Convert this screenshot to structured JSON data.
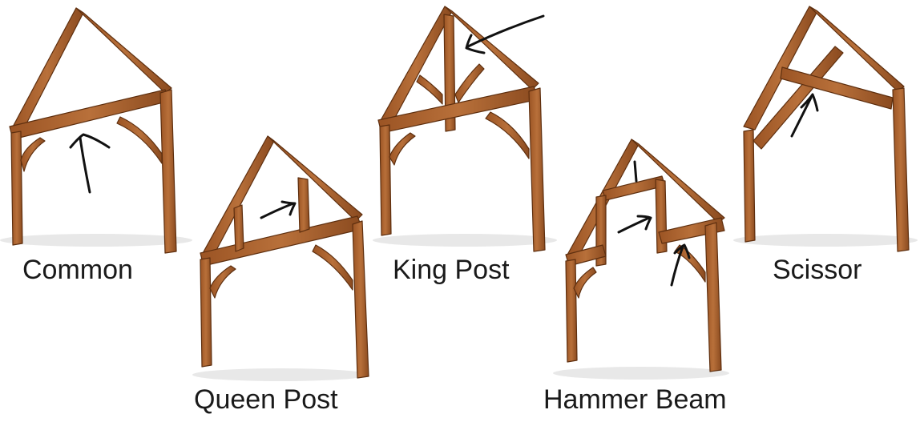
{
  "trusses": [
    {
      "id": "common",
      "label": "Common"
    },
    {
      "id": "queen-post",
      "label": "Queen Post"
    },
    {
      "id": "king-post",
      "label": "King Post"
    },
    {
      "id": "hammer-beam",
      "label": "Hammer Beam"
    },
    {
      "id": "scissor",
      "label": "Scissor"
    }
  ],
  "colors": {
    "timber_face": "#b2672e",
    "timber_side": "#8a4a1f",
    "timber_outline": "#5e2f0f",
    "pen": "#111111",
    "background": "#ffffff"
  }
}
